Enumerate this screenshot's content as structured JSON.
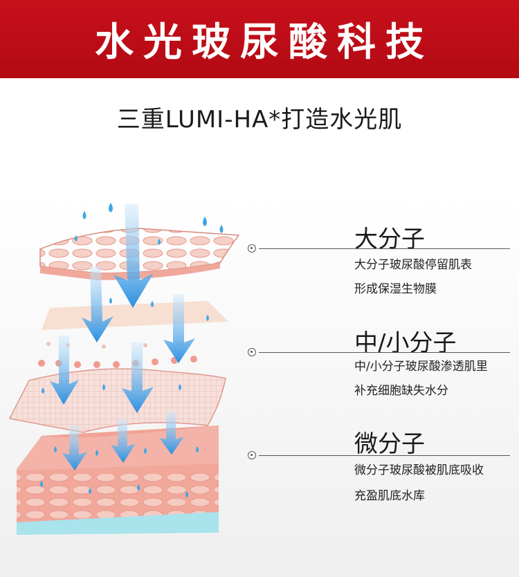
{
  "header": {
    "title": "水光玻尿酸科技",
    "subtitle": "三重LUMI-HA*打造水光肌",
    "bg_color": "#c8101b"
  },
  "layers": [
    {
      "title": "大分子",
      "lines": [
        "大分子玻尿酸停留肌表",
        "形成保湿生物膜"
      ]
    },
    {
      "title": "中/小分子",
      "lines": [
        "中/小分子玻尿酸渗透肌里",
        "补充细胞缺失水分"
      ]
    },
    {
      "title": "微分子",
      "lines": [
        "微分子玻尿酸被肌底吸收",
        "充盈肌底水库"
      ]
    }
  ],
  "colors": {
    "skin_pink": "#f3b3a8",
    "skin_top": "#fbe1d8",
    "water_blue": "#3fa6e6",
    "base_cyan": "#a9e3ec"
  }
}
